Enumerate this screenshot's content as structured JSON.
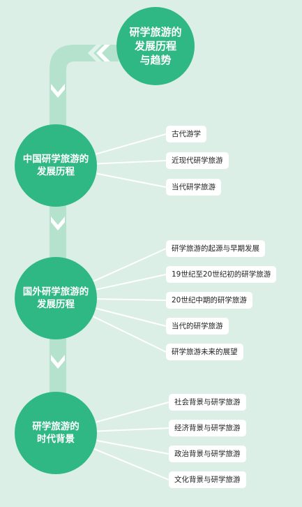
{
  "title": [
    "研学旅游的",
    "发展历程",
    "与趋势"
  ],
  "colors": {
    "background": "#dcefe6",
    "circle": "#2fb884",
    "connector": "#b5e2cd",
    "pill": "#ffffff"
  },
  "sections": [
    {
      "title": [
        "中国研学旅游的",
        "发展历程"
      ],
      "items": [
        "古代游学",
        "近现代研学旅游",
        "当代研学旅游"
      ]
    },
    {
      "title": [
        "国外研学旅游的",
        "发展历程"
      ],
      "items": [
        "研学旅游的起源与早期发展",
        "19世纪至20世纪初的研学旅游",
        "20世纪中期的研学旅游",
        "当代的研学旅游",
        "研学旅游未来的展望"
      ]
    },
    {
      "title": [
        "研学旅游的",
        "时代背景"
      ],
      "items": [
        "社会背景与研学旅游",
        "经济背景与研学旅游",
        "政治背景与研学旅游",
        "文化背景与研学旅游"
      ]
    }
  ]
}
